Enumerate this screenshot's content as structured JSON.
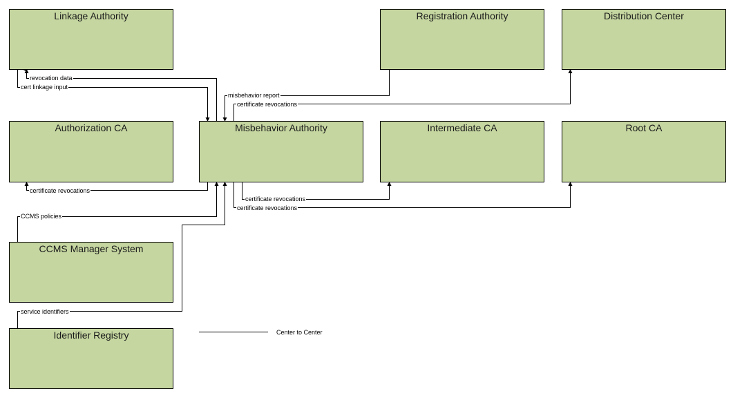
{
  "nodes": {
    "linkage": "Linkage Authority",
    "registration": "Registration Authority",
    "distribution": "Distribution Center",
    "authorization": "Authorization CA",
    "misbehavior": "Misbehavior Authority",
    "intermediate": "Intermediate CA",
    "root": "Root CA",
    "ccms": "CCMS Manager System",
    "identifier": "Identifier Registry"
  },
  "flows": [
    {
      "id": "revocation-data",
      "label": "revocation data",
      "from": "Misbehavior Authority",
      "to": "Linkage Authority"
    },
    {
      "id": "cert-linkage-input",
      "label": "cert linkage input",
      "from": "Linkage Authority",
      "to": "Misbehavior Authority"
    },
    {
      "id": "misbehavior-report",
      "label": "misbehavior report",
      "from": "Registration Authority",
      "to": "Misbehavior Authority"
    },
    {
      "id": "cert-revocations-dc",
      "label": "certificate revocations",
      "from": "Misbehavior Authority",
      "to": "Distribution Center"
    },
    {
      "id": "cert-revocations-auth",
      "label": "certificate revocations",
      "from": "Misbehavior Authority",
      "to": "Authorization CA"
    },
    {
      "id": "cert-revocations-int",
      "label": "certificate revocations",
      "from": "Misbehavior Authority",
      "to": "Intermediate CA"
    },
    {
      "id": "cert-revocations-root",
      "label": "certificate revocations",
      "from": "Misbehavior Authority",
      "to": "Root CA"
    },
    {
      "id": "ccms-policies",
      "label": "CCMS policies",
      "from": "CCMS Manager System",
      "to": "Misbehavior Authority"
    },
    {
      "id": "service-identifiers",
      "label": "service identifiers",
      "from": "Identifier Registry",
      "to": "Misbehavior Authority"
    }
  ],
  "legend": {
    "center_to_center": "Center to Center"
  },
  "colors": {
    "box_fill": "#c5d6a0",
    "line": "#000000"
  }
}
